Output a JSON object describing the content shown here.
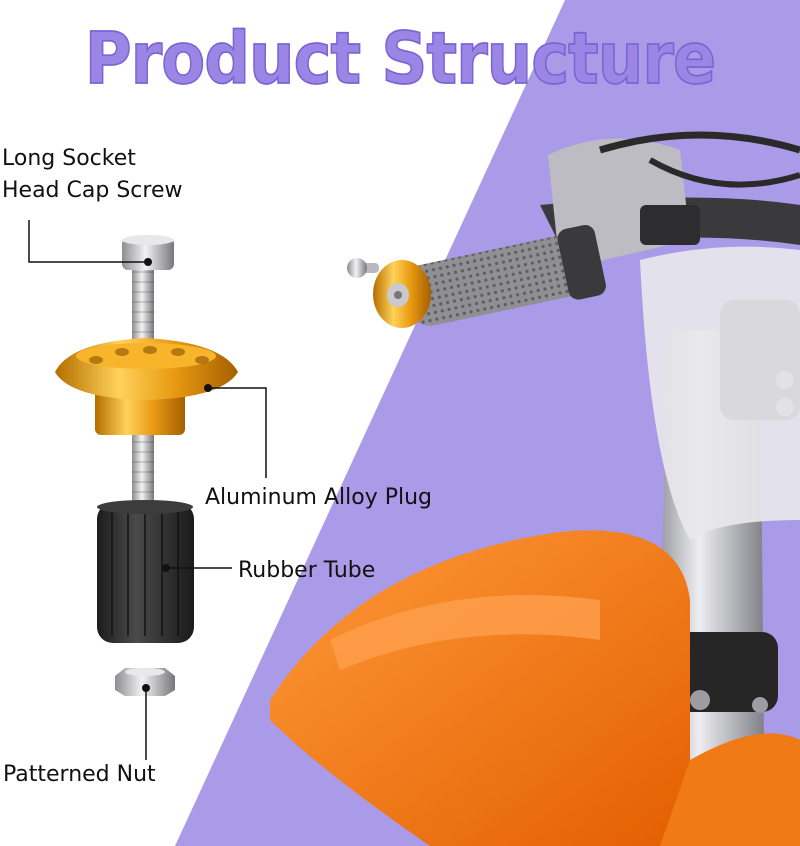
{
  "title": "Product Structure",
  "labels": {
    "screw_line1": "Long Socket",
    "screw_line2": "Head Cap Screw",
    "plug": "Aluminum Alloy Plug",
    "tube": "Rubber Tube",
    "nut": "Patterned Nut"
  },
  "colors": {
    "title": "#9b86e6",
    "background_stripe": "#a99be8",
    "anodized_gold": "#e39a10",
    "fender_orange": "#f07a16",
    "rubber": "#2c2c2c",
    "steel": "#c8c8cc"
  }
}
